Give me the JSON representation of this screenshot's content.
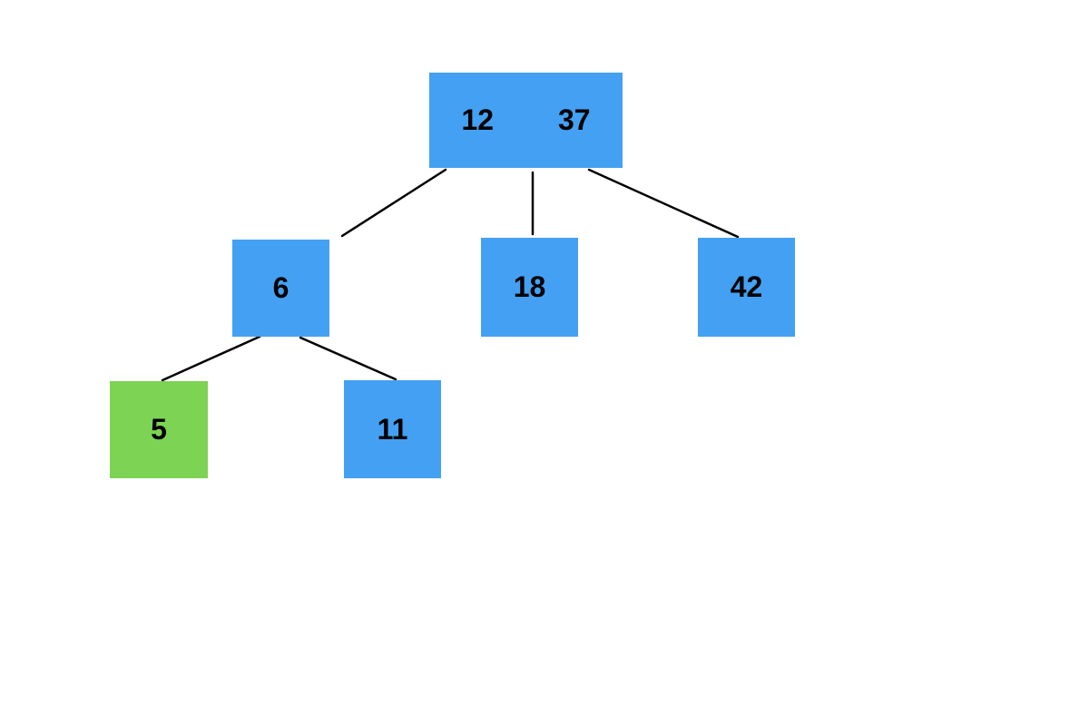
{
  "colors": {
    "node_blue": "#44a0f2",
    "node_green": "#7dd353",
    "edge": "#000000",
    "text": "#000000",
    "background": "#ffffff"
  },
  "tree": {
    "nodes": [
      {
        "id": "root",
        "keys": [
          "12",
          "37"
        ],
        "color": "blue"
      },
      {
        "id": "n6",
        "keys": [
          "6"
        ],
        "color": "blue"
      },
      {
        "id": "n18",
        "keys": [
          "18"
        ],
        "color": "blue"
      },
      {
        "id": "n42",
        "keys": [
          "42"
        ],
        "color": "blue"
      },
      {
        "id": "n5",
        "keys": [
          "5"
        ],
        "color": "green"
      },
      {
        "id": "n11",
        "keys": [
          "11"
        ],
        "color": "blue"
      }
    ],
    "edges": [
      {
        "from": "root",
        "to": "n6"
      },
      {
        "from": "root",
        "to": "n18"
      },
      {
        "from": "root",
        "to": "n42"
      },
      {
        "from": "n6",
        "to": "n5"
      },
      {
        "from": "n6",
        "to": "n11"
      }
    ]
  }
}
